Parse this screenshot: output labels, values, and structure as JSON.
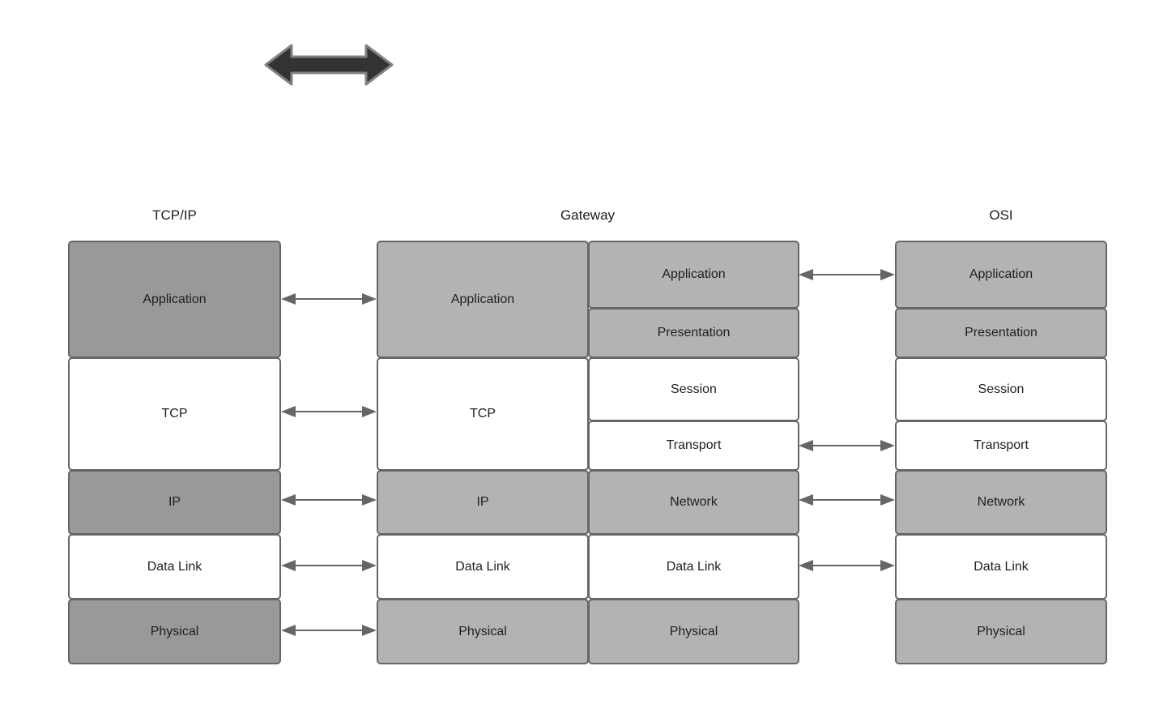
{
  "diagram": {
    "title_tcpip": "TCP/IP",
    "title_gateway": "Gateway",
    "title_osi": "OSI",
    "colors": {
      "fill_dark_gray": "#999999",
      "fill_mid_gray": "#b3b3b3",
      "fill_white": "#ffffff",
      "border_gray": "#666666",
      "big_arrow_fill": "#333333",
      "big_arrow_stroke": "#808080",
      "connector_gray": "#666666",
      "text": "#1f1f1f"
    },
    "top_arrow": {
      "name": "bidirectional-arrow",
      "direction": "both"
    },
    "tcpip_stack": {
      "layers": [
        {
          "label": "Application",
          "fill": "dark"
        },
        {
          "label": "TCP",
          "fill": "white"
        },
        {
          "label": "IP",
          "fill": "dark"
        },
        {
          "label": "Data Link",
          "fill": "white"
        },
        {
          "label": "Physical",
          "fill": "dark"
        }
      ]
    },
    "gateway_left_stack": {
      "layers": [
        {
          "label": "Application",
          "fill": "mid"
        },
        {
          "label": "TCP",
          "fill": "white"
        },
        {
          "label": "IP",
          "fill": "mid"
        },
        {
          "label": "Data Link",
          "fill": "white"
        },
        {
          "label": "Physical",
          "fill": "mid"
        }
      ]
    },
    "gateway_right_stack": {
      "layers": [
        {
          "label": "Application",
          "fill": "mid"
        },
        {
          "label": "Presentation",
          "fill": "mid"
        },
        {
          "label": "Session",
          "fill": "white"
        },
        {
          "label": "Transport",
          "fill": "white"
        },
        {
          "label": "Network",
          "fill": "mid"
        },
        {
          "label": "Data Link",
          "fill": "white"
        },
        {
          "label": "Physical",
          "fill": "mid"
        }
      ]
    },
    "osi_stack": {
      "layers": [
        {
          "label": "Application",
          "fill": "mid"
        },
        {
          "label": "Presentation",
          "fill": "mid"
        },
        {
          "label": "Session",
          "fill": "white"
        },
        {
          "label": "Transport",
          "fill": "white"
        },
        {
          "label": "Network",
          "fill": "mid"
        },
        {
          "label": "Data Link",
          "fill": "white"
        },
        {
          "label": "Physical",
          "fill": "mid"
        }
      ]
    },
    "connectors_left": [
      {
        "from": "TCP/IP Application",
        "to": "Gateway Application"
      },
      {
        "from": "TCP/IP TCP",
        "to": "Gateway TCP"
      },
      {
        "from": "TCP/IP IP",
        "to": "Gateway IP"
      },
      {
        "from": "TCP/IP Data Link",
        "to": "Gateway Data Link"
      },
      {
        "from": "TCP/IP Physical",
        "to": "Gateway Physical"
      }
    ],
    "connectors_right": [
      {
        "from": "Gateway Application",
        "to": "OSI Application"
      },
      {
        "from": "Gateway Transport",
        "to": "OSI Transport"
      },
      {
        "from": "Gateway Network",
        "to": "OSI Network"
      },
      {
        "from": "Gateway Data Link",
        "to": "OSI Data Link"
      }
    ]
  }
}
